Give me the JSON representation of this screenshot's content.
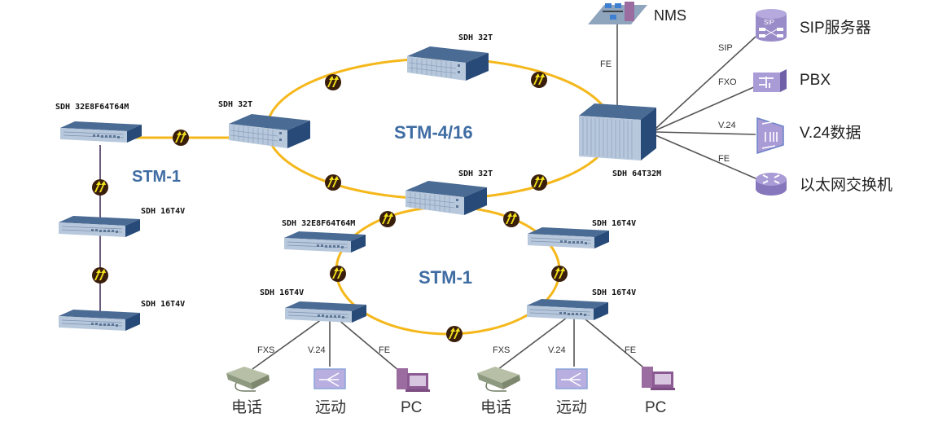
{
  "title": "SDH network topology",
  "colors": {
    "ring": "#f5b81c",
    "chain_line": "#6b5b7b",
    "copper_line": "#555555",
    "device_front": "#b8c8dc",
    "device_top": "#4a6b94",
    "device_side": "#274a78",
    "ring_text": "#3f6da3",
    "optical_badge": "#3a1e0c",
    "optical_arrow": "#f2e21a",
    "service_purple": "#9a8cc8"
  },
  "rings": [
    {
      "id": "core",
      "label": "STM-4/16"
    },
    {
      "id": "access",
      "label": "STM-1"
    },
    {
      "id": "chain",
      "label": "STM-1"
    }
  ],
  "devices": {
    "chain_head": {
      "label": "SDH 32E8F64T64M",
      "icon": "sdh-1u-device-icon"
    },
    "chain_mid": {
      "label": "SDH 16T4V",
      "icon": "sdh-1u-device-icon"
    },
    "chain_tail": {
      "label": "SDH 16T4V",
      "icon": "sdh-1u-device-icon"
    },
    "core_left": {
      "label": "SDH 32T",
      "icon": "sdh-2u-device-icon"
    },
    "core_top": {
      "label": "SDH 32T",
      "icon": "sdh-2u-device-icon"
    },
    "core_bottom": {
      "label": "SDH 32T",
      "icon": "sdh-2u-device-icon"
    },
    "core_hub": {
      "label": "SDH 64T32M",
      "icon": "sdh-chassis-icon"
    },
    "access_left_top": {
      "label": "SDH 32E8F64T64M",
      "icon": "sdh-1u-device-icon"
    },
    "access_left_bottom": {
      "label": "SDH 16T4V",
      "icon": "sdh-1u-device-icon"
    },
    "access_right_top": {
      "label": "SDH 16T4V",
      "icon": "sdh-1u-device-icon"
    },
    "access_right_bottom": {
      "label": "SDH 16T4V",
      "icon": "sdh-1u-device-icon"
    }
  },
  "nms": {
    "label": "NMS",
    "link": "FE",
    "icon": "nms-workstation-icon"
  },
  "services": [
    {
      "label": "SIP服务器",
      "link": "SIP",
      "icon": "sip-server-icon"
    },
    {
      "label": "PBX",
      "link": "FXO",
      "icon": "pbx-icon"
    },
    {
      "label": "V.24数据",
      "link": "V.24",
      "icon": "v24-data-icon"
    },
    {
      "label": "以太网交换机",
      "link": "FE",
      "icon": "ethernet-switch-icon"
    }
  ],
  "terminals_left": [
    {
      "label": "电话",
      "link": "FXS",
      "icon": "telephone-icon"
    },
    {
      "label": "远动",
      "link": "V.24",
      "icon": "telecontrol-icon"
    },
    {
      "label": "PC",
      "link": "FE",
      "icon": "pc-icon"
    }
  ],
  "terminals_right": [
    {
      "label": "电话",
      "link": "FXS",
      "icon": "telephone-icon"
    },
    {
      "label": "远动",
      "link": "V.24",
      "icon": "telecontrol-icon"
    },
    {
      "label": "PC",
      "link": "FE",
      "icon": "pc-icon"
    }
  ]
}
